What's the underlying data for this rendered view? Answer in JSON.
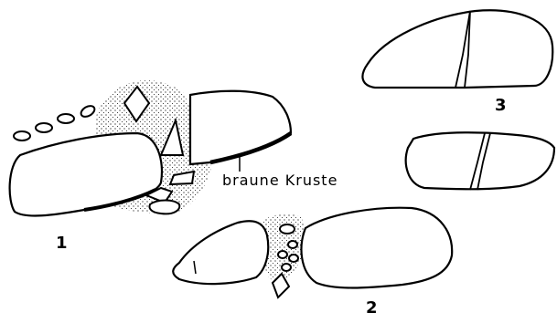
{
  "labels": {
    "group1": "1",
    "group2": "2",
    "group3": "3",
    "crust": "braune Kruste"
  },
  "colors": {
    "ink": "#000000",
    "background": "#ffffff"
  }
}
